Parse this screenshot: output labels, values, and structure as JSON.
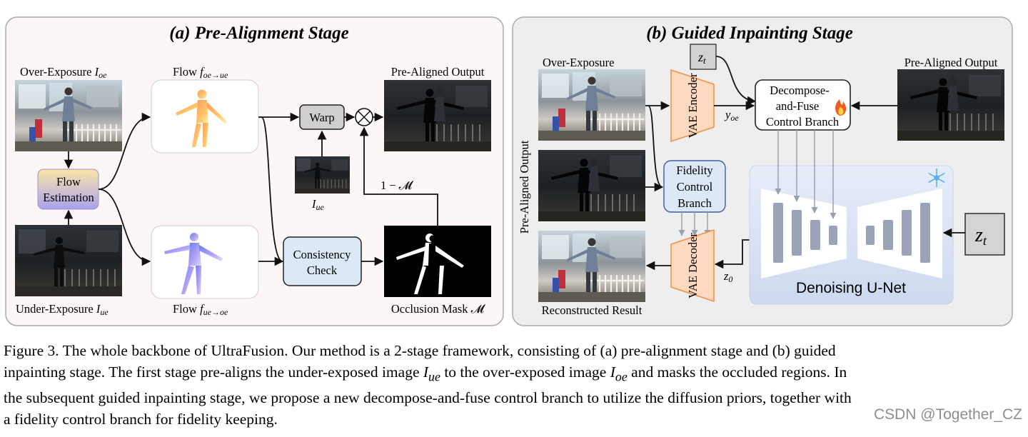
{
  "stage_a": {
    "title": "(a) Pre-Alignment Stage",
    "over_exposure_label": "Over-Exposure ",
    "under_exposure_label": "Under-Exposure ",
    "i_oe": "I",
    "i_oe_sub": "oe",
    "i_ue": "I",
    "i_ue_sub": "ue",
    "flow_estimation": [
      "Flow",
      "Estimation"
    ],
    "flow_top_label": "Flow ",
    "flow_top_var": "f",
    "flow_top_sub": "oe→ue",
    "flow_bottom_label": "Flow ",
    "flow_bottom_var": "f",
    "flow_bottom_sub": "ue→oe",
    "warp": "Warp",
    "consistency_check": [
      "Consistency",
      "Check"
    ],
    "one_minus_m": "1 − 𝓜",
    "pre_aligned_output": "Pre-Aligned Output",
    "occlusion_mask": "Occlusion Mask 𝓜"
  },
  "stage_b": {
    "title": "(b) Guided Inpainting Stage",
    "over_exposure_label": "Over-Exposure ",
    "pre_aligned_output_vertical": "Pre-Aligned Output",
    "reconstructed_result": "Reconstructed Result",
    "vae_encoder": "VAE Encoder",
    "vae_decoder": "VAE Decoder",
    "y_oe": "y",
    "y_oe_sub": "oe",
    "z_zero": "z",
    "z_zero_sub": "0",
    "z_t": "z",
    "z_t_sub": "t",
    "decompose_fuse": [
      "Decompose-",
      "and-Fuse",
      "Control Branch"
    ],
    "fidelity": [
      "Fidelity",
      "Control",
      "Branch"
    ],
    "pre_aligned_output": "Pre-Aligned Output",
    "denoising_unet": "Denoising U-Net"
  },
  "caption": {
    "line1": "Figure 3.  The whole backbone of UltraFusion.  Our method is a 2-stage framework, consisting of (a) pre-alignment stage and (b) guided",
    "line2a": "inpainting stage. The first stage pre-aligns the under-exposed image ",
    "line2b": " to the over-exposed image ",
    "line2c": " and masks the occluded regions. In",
    "line3": "the subsequent guided inpainting stage, we propose a new decompose-and-fuse control branch to utilize the diffusion priors, together with",
    "line4": "a fidelity control branch for fidelity keeping.",
    "i_var": "I",
    "ue_sub": "ue",
    "oe_sub": "oe"
  },
  "watermark": "CSDN @Together_CZ"
}
